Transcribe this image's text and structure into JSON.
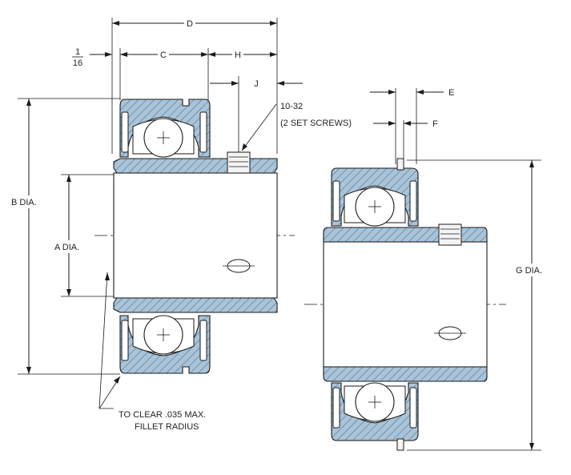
{
  "labels": {
    "d": "D",
    "sixteenth_num": "1",
    "sixteenth_den": "16",
    "c": "C",
    "h": "H",
    "j": "J",
    "screws_line1": "10-32",
    "screws_line2": "(2 SET SCREWS)",
    "e": "E",
    "f": "F",
    "b_dia": "B DIA.",
    "a_dia": "A DIA.",
    "g_dia": "G DIA.",
    "fillet_line1": "TO CLEAR .035 MAX.",
    "fillet_line2": "FILLET RADIUS"
  },
  "colors": {
    "metal_fill": "#a9c4d9",
    "hatch_line": "#4d6a82",
    "line": "#1a1a1a"
  }
}
